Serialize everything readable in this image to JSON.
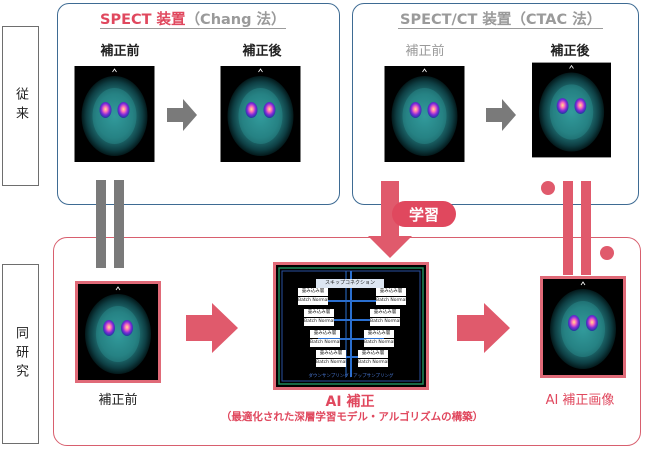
{
  "sidebar": {
    "conventional": "従来",
    "this_study": "同研究"
  },
  "spect_panel": {
    "title_main": "SPECT 装置",
    "title_method": "（Chang 法）",
    "before_label": "補正前",
    "after_label": "補正後"
  },
  "ctac_panel": {
    "title": "SPECT/CT 装置（CTAC 法）",
    "before_label": "補正前",
    "after_label": "補正後"
  },
  "learning_badge": "学習",
  "bottom_panel": {
    "before_label": "補正前",
    "ai_title": "AI 補正",
    "ai_subtitle": "（最適化された深層学習モデル・アルゴリズムの構築）",
    "ai_result_label": "AI 補正画像"
  },
  "diagram": {
    "top_node": "スキップコネクション",
    "conv_block": "畳み込み層",
    "norm_block": "Batch Normaliz",
    "footer": "ダウンサンプリング / アップサンプリング"
  },
  "colors": {
    "accent_red": "#e0485e",
    "panel_blue": "#3e6b93",
    "arrow_gray": "#7a7a7a"
  }
}
